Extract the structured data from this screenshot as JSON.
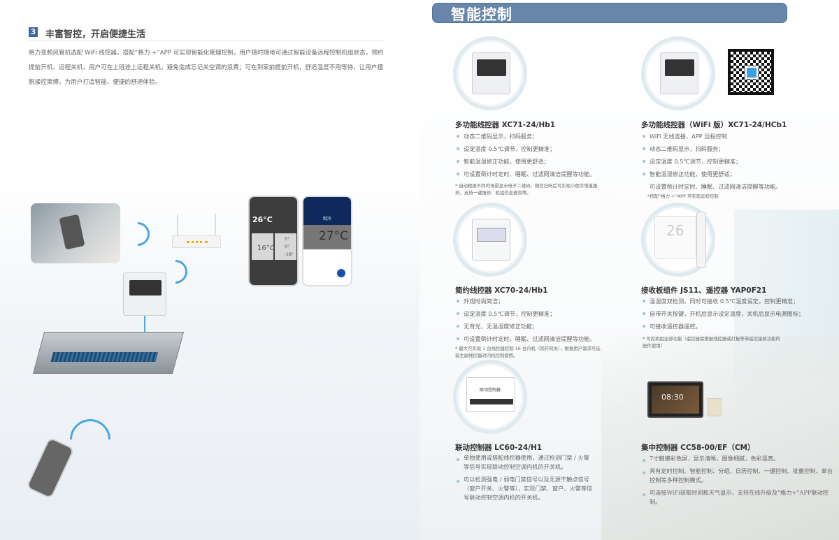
{
  "left": {
    "section_number": "3",
    "section_title": "丰富智控，开启便捷生活",
    "intro": "格力变频风管机选配 WiFi 线控器，搭配“格力 +”APP 可实现智能化管理控制，用户随时随地可通过智能设备远程控制机组状态，预约提前开机、远程关机，用户可在上班途上远程关机，避免造成忘记关空调的浪费；可在到家前提前开机，舒适温度不用等待，让用户摆脱操控束缚，为用户打造智能、便捷的舒适体验。",
    "phone1": {
      "temp": "26°C",
      "card1_temp": "16°C",
      "card2_vals": [
        "5°",
        "0°",
        "-18°"
      ]
    },
    "phone2": {
      "mode": "制冷",
      "temp": "27°C"
    }
  },
  "header": {
    "title": "智能控制"
  },
  "products": [
    {
      "title": "多功能线控器 XC71-24/Hb1",
      "bullets": [
        "动态二维码显示，扫码服务；",
        "设定温度 0.5℃调节，控制更精准；",
        "智能温湿修正功能，使用更舒适；",
        "可设置倒计时定时、睡眠、过滤网清洁提醒等功能。"
      ],
      "note": "* 自动根据不同的场景显示电子二维码，微信扫码后可实现小程序增值服务，支持一键报修、机组信息查询等。"
    },
    {
      "title": "多功能线控器（WiFi 版）XC71-24/HCb1",
      "bullets": [
        "WiFi 无线连接，APP 远程控制",
        "动态二维码显示，扫码服务；",
        "设定温度 0.5℃调节，控制更精准；",
        "智能温湿修正功能，使用更舒适；"
      ],
      "extra": "可设置倒计时定时、睡眠、过滤网清洁提醒等功能。",
      "note": "*搭配“格力 +”APP 可实现远程控制"
    },
    {
      "title": "简约线控器 XC70-24/Hb1",
      "bullets": [
        "外观时尚简洁；",
        "设定温度 0.5℃调节，控制更精准；",
        "无背光、无温湿度修正功能；",
        "可设置倒计时定时、睡眠、过滤网清洁提醒等功能。"
      ],
      "note": "* 最大可实现 1 台线控器控制 16 台内机（同开同关），根据用户需求可选装主副线控器对内机控制使用。"
    },
    {
      "title": "接收板组件 JS11、遥控器 YAP0F21",
      "bullets": [
        "温湿度双检测，同时可接收 0.5℃温度设定，控制更精准；",
        "自带开关按键，开机后显示设定温度，关机后显示电源图标；",
        "可接收遥控器遥控。"
      ],
      "note": "* 可控机组全部功能（遥控器需搭配线控器或灯板等带遥控接收功能的配件使用）",
      "display": "26"
    },
    {
      "title": "联动控制器 LC60-24/H1",
      "bullets": [
        "单独使用或搭配线控器使用，通过检测门禁 / 火警等信号实现联动控制空调内机的开关机。",
        "可以检测强电 / 弱电门禁信号以及无源干触点信号（窗户开关、火警等），实现门禁、窗户、火警等信号联动控制空调内机的开关机。"
      ],
      "device_label": "联动控制器"
    },
    {
      "title": "集中控制器 CC58-00/EF（CM）",
      "bullets": [
        "7寸触摸彩色屏，显示清晰，图像细腻，色彩逼真。",
        "具有定时控制、智能控制、分组、日历控制、一键控制、批量控制、单台控制等多种控制模式。",
        "可连接WiFi获取时间和天气显示，支持在线升级及“格力+”APP联动控制。"
      ],
      "display": "08:30"
    }
  ],
  "colors": {
    "accent": "#6886aa",
    "section_num": "#3c67a5",
    "wifi": "#4aa6e8"
  }
}
